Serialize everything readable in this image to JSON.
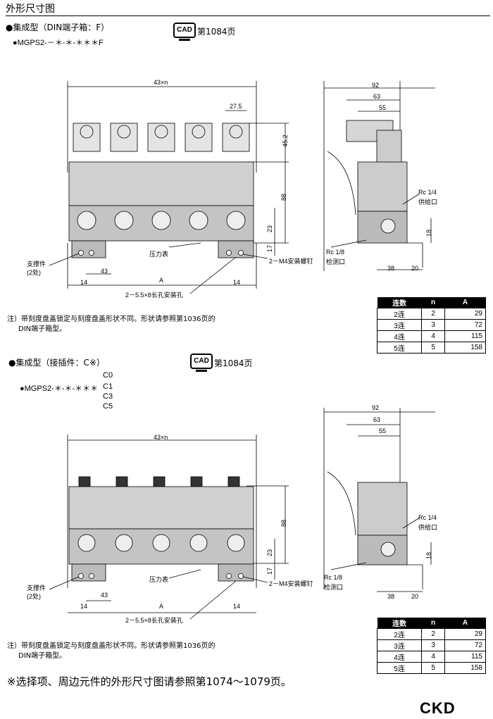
{
  "page_title": "外形尺寸图",
  "sections": [
    {
      "title": "●集成型（DIN端子箱：F）",
      "model": "●MGPS2-－＊-＊-＊＊＊F",
      "cad_label": "CAD",
      "cad_page": "第1084页",
      "variants": [],
      "front_dims": {
        "width": "43×n",
        "pitch": "27.5",
        "h1": "45.2",
        "h2": "88",
        "h3": "23",
        "h4": "17",
        "w43": "43",
        "w14a": "14",
        "w14b": "14",
        "A": "A"
      },
      "labels": {
        "support": "支撑件",
        "support_qty": "(2处)",
        "gauge": "压力表",
        "screw": "2－M4安装螺钉",
        "holes": "2－5.5×8长孔安装孔"
      },
      "side_dims": {
        "d92": "92",
        "d63": "63",
        "d55": "55",
        "d18": "18",
        "d38": "38",
        "d20": "20"
      },
      "side_labels": {
        "rc14": "Rc 1/4",
        "supply": "供给口",
        "rc18": "Rc 1/8",
        "check": "检测口"
      },
      "note_lines": [
        "注）带刻度盘盖锁定与刻度盘盖形状不同。形状请参照第1036页的",
        "DIN端子箱型。"
      ],
      "table": {
        "headers": [
          "连数",
          "n",
          "A"
        ],
        "rows": [
          [
            "2连",
            "2",
            "29"
          ],
          [
            "3连",
            "3",
            "72"
          ],
          [
            "4连",
            "4",
            "115"
          ],
          [
            "5连",
            "5",
            "158"
          ]
        ]
      }
    },
    {
      "title": "●集成型（接插件：C※）",
      "model": "●MGPS2-＊-＊-＊＊＊",
      "cad_label": "CAD",
      "cad_page": "第1084页",
      "variants": [
        "C0",
        "C1",
        "C3",
        "C5"
      ],
      "front_dims": {
        "width": "43×n",
        "pitch": "",
        "h1": "",
        "h2": "88",
        "h3": "23",
        "h4": "17",
        "w43": "43",
        "w14a": "14",
        "w14b": "14",
        "A": "A"
      },
      "labels": {
        "support": "支撑件",
        "support_qty": "(2处)",
        "gauge": "压力表",
        "screw": "2－M4安装螺钉",
        "holes": "2－5.5×8长孔安装孔"
      },
      "side_dims": {
        "d92": "92",
        "d63": "63",
        "d55": "55",
        "d18": "18",
        "d38": "38",
        "d20": "20"
      },
      "side_labels": {
        "rc14": "Rc 1/4",
        "supply": "供给口",
        "rc18": "Rc 1/8",
        "check": "检测口"
      },
      "note_lines": [
        "注）带刻度盘盖锁定与刻度盘盖形状不同。形状请参照第1036页的",
        "DIN端子箱型。"
      ],
      "table": {
        "headers": [
          "连数",
          "n",
          "A"
        ],
        "rows": [
          [
            "2连",
            "2",
            "29"
          ],
          [
            "3连",
            "3",
            "72"
          ],
          [
            "4连",
            "4",
            "115"
          ],
          [
            "5连",
            "5",
            "158"
          ]
        ]
      }
    }
  ],
  "footer_note": "※选择项、周边元件的外形尺寸图请参照第1074～1079页。",
  "brand": "CKD"
}
